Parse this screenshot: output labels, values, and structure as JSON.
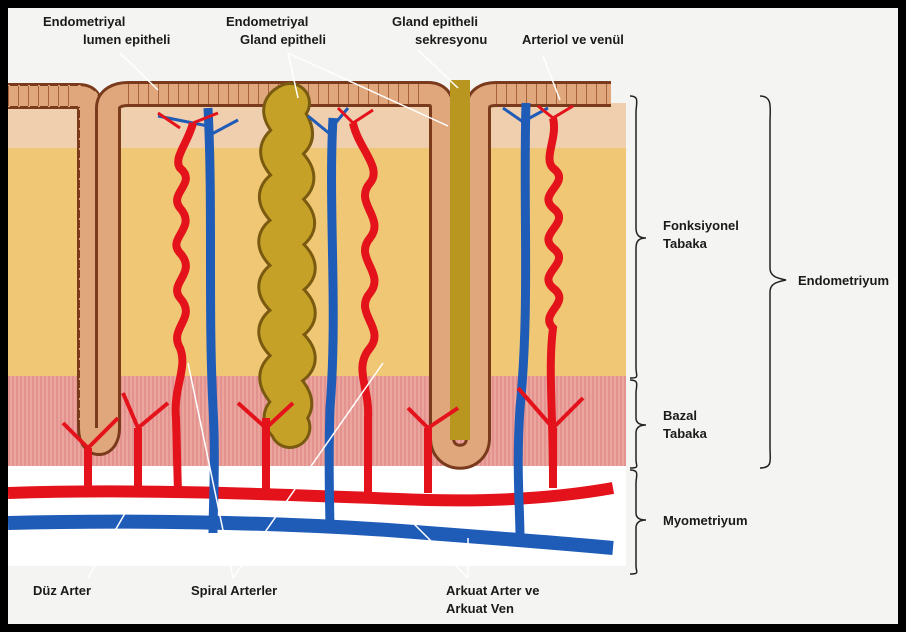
{
  "labels": {
    "endometriyal_lumen_epitheli": [
      "Endometriyal",
      "lumen epitheli"
    ],
    "endometriyal_gland_epitheli": [
      "Endometriyal",
      "Gland epitheli"
    ],
    "gland_epitheli_sekresyonu": [
      "Gland epitheli",
      "sekresyonu"
    ],
    "arteriol_ve_venul": "Arteriol ve venül",
    "fonksiyonel_tabaka": [
      "Fonksiyonel",
      "Tabaka"
    ],
    "bazal_tabaka": [
      "Bazal",
      "Tabaka"
    ],
    "myometriyum": "Myometriyum",
    "endometriyum": "Endometriyum",
    "duz_arter": "Düz Arter",
    "spiral_arterler": "Spiral Arterler",
    "arkuat_arter_ve_ven": [
      "Arkuat Arter ve",
      "Arkuat Ven"
    ]
  },
  "colors": {
    "artery": "#e3121b",
    "vein": "#1f5cb8",
    "epithelium": "#e0a77c",
    "gland_secretion": "#b8961f",
    "functional_layer": "#f0c775",
    "basal_layer": "#e9a39b",
    "myometrium": "#ffffff",
    "background": "#f4f5f3"
  }
}
